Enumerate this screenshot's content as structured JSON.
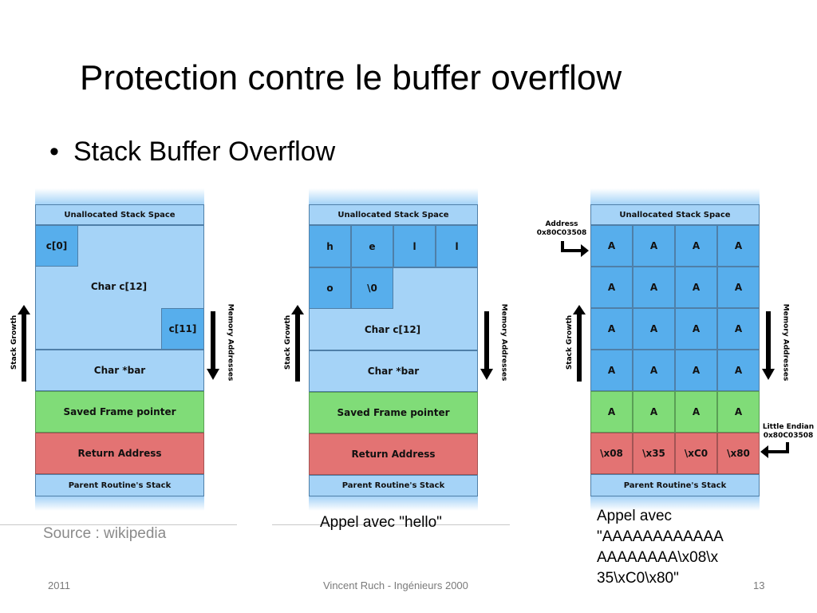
{
  "slide": {
    "title": "Protection contre le buffer overflow",
    "bullet": "Stack Buffer Overflow",
    "source": "Source : wikipedia",
    "footer": {
      "year": "2011",
      "author": "Vincent Ruch - Ingénieurs 2000",
      "page": "13"
    }
  },
  "labels": {
    "stack_growth": "Stack Growth",
    "memory_addresses": "Memory Addresses",
    "unallocated": "Unallocated Stack Space",
    "char_c12": "Char c[12]",
    "char_bar": "Char *bar",
    "saved_frame": "Saved Frame pointer",
    "return_address": "Return Address",
    "parent_stack": "Parent Routine's Stack"
  },
  "diagram1": {
    "c0": "c[0]",
    "c11": "c[11]"
  },
  "diagram2": {
    "row1": [
      "h",
      "e",
      "l",
      "l"
    ],
    "row2": [
      "o",
      "\\0"
    ],
    "caption": "Appel avec \"hello\""
  },
  "diagram3": {
    "address_label": "Address",
    "address_value": "0x80C03508",
    "little_endian_label": "Little Endian",
    "little_endian_value": "0x80C03508",
    "fill": "A",
    "return_bytes": [
      "\\x08",
      "\\x35",
      "\\xC0",
      "\\x80"
    ],
    "caption_lines": [
      "Appel avec",
      "\"AAAAAAAAAAAA",
      "AAAAAAAA\\x08\\x",
      "35\\xC0\\x80\""
    ]
  }
}
